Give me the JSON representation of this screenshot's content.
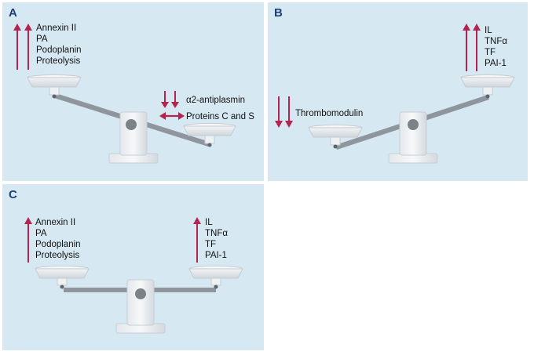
{
  "panels": [
    {
      "id": "A",
      "label": "A",
      "left_list": [
        "Annexin II",
        "PA",
        "Podoplanin",
        "Proteolysis"
      ],
      "right_list": [
        "α2-antiplasmin",
        "Proteins C and S"
      ]
    },
    {
      "id": "B",
      "label": "B",
      "left_list": [
        "Thrombomodulin"
      ],
      "right_list": [
        "IL",
        "TNFα",
        "TF",
        "PAI-1"
      ]
    },
    {
      "id": "C",
      "label": "C",
      "left_list": [
        "Annexin II",
        "PA",
        "Podoplanin",
        "Proteolysis"
      ],
      "right_list": [
        "IL",
        "TNFα",
        "TF",
        "PAI-1"
      ]
    }
  ],
  "colors": {
    "panel_bg": "#d6e8f2",
    "arrow": "#b5244f",
    "label": "#1d3f7a",
    "beam": "#8e959d"
  },
  "icons": {
    "up_arrow": "arrow-up-icon",
    "down_arrow": "arrow-down-icon",
    "double_arrow": "double-arrow-icon"
  }
}
